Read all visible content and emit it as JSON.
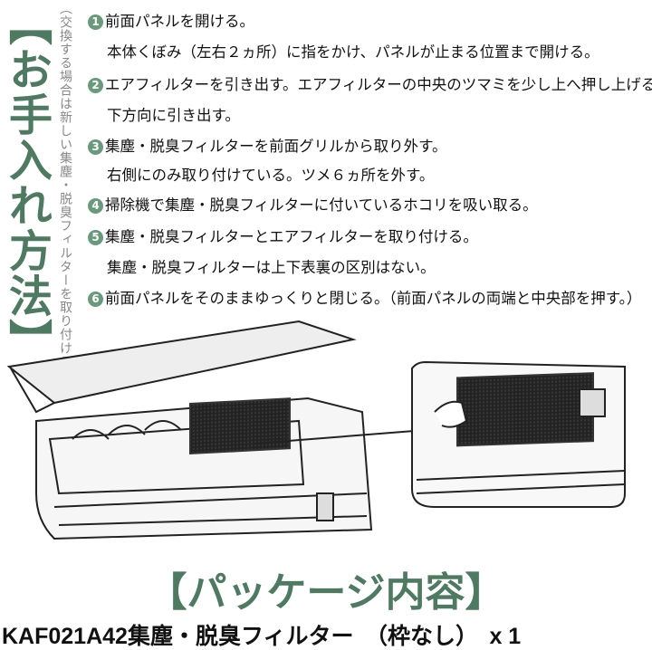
{
  "title": "【お手入れ方法】",
  "note": "（交換する場合は新しい集塵・脱臭フィルターを取り付ける。）",
  "steps": [
    {
      "num": "1",
      "text": "前面パネルを開ける。",
      "sub": "本体くぼみ（左右２ヵ所）に指をかけ、パネルが止まる位置まで開ける。"
    },
    {
      "num": "2",
      "text": "エアフィルターを引き出す。エアフィルターの中央のツマミを少し上へ押し上げる。",
      "sub": "下方向に引き出す。"
    },
    {
      "num": "3",
      "text": "集塵・脱臭フィルターを前面グリルから取り外す。",
      "sub": "右側にのみ取り付けている。ツメ６ヵ所を外す。"
    },
    {
      "num": "4",
      "text": "掃除機で集塵・脱臭フィルターに付いているホコリを吸い取る。"
    },
    {
      "num": "5",
      "text": "集塵・脱臭フィルターとエアフィルターを取り付ける。",
      "sub": "集塵・脱臭フィルターは上下表裏の区別はない。"
    },
    {
      "num": "6",
      "text": "前面パネルをそのままゆっくりと閉じる。（前面パネルの両端と中央部を押す。）"
    }
  ],
  "package_title": "【パッケージ内容】",
  "product": "KAF021A42集塵・脱臭フィルター　（枠なし）　x 1",
  "colors": {
    "accent": "#4f7a62"
  }
}
